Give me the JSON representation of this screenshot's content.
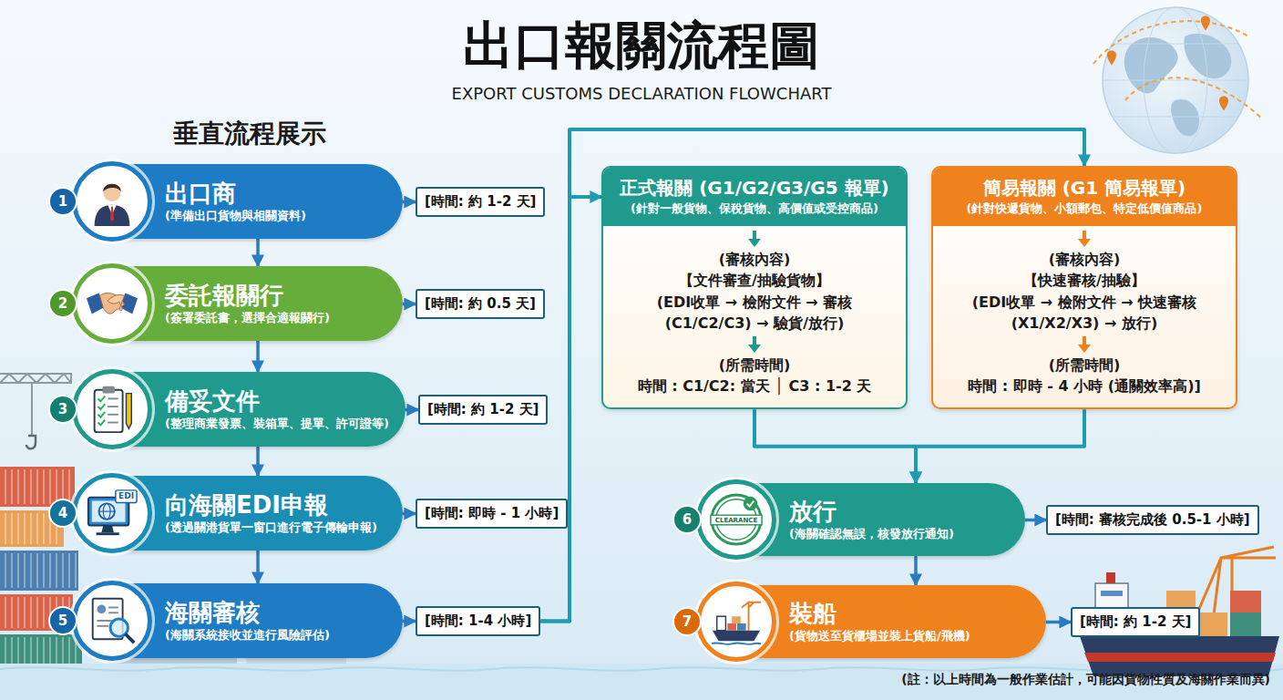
{
  "diagram": {
    "title": "出口報關流程圖",
    "caption": "(註：以上時間為一般作業估計，可能因貨物性質及海關作業而異)",
    "nodes": [
      {
        "text": [
          "1",
          "出口商",
          "(準備出口貨物與相關資料)"
        ]
      },
      {
        "text": [
          "[時間: 約 1-2 天]"
        ]
      },
      {
        "text": [
          "2",
          "委託報關行",
          "(簽署委託書，選擇合適報關行)"
        ]
      },
      {
        "text": [
          "[時間: 約 0.5 天]"
        ]
      },
      {
        "text": [
          "3",
          "備妥文件",
          "(整理商業發票、裝箱單、提單、許可證等)"
        ]
      },
      {
        "text": [
          "[時間: 約 1-2 天]"
        ]
      },
      {
        "text": [
          "4",
          "向海關EDI申報",
          "(透過關港貨單一窗口進行電子傳輸申報)"
        ]
      },
      {
        "text": [
          "[時間: 即時 - 1 小時]"
        ]
      },
      {
        "text": [
          "5",
          "海關審核",
          "(海關系統接收並進行風險評估)"
        ]
      },
      {
        "text": [
          "[時間: 1-4 小時]"
        ]
      },
      {
        "text": [
          "正式報關 (G1/G2/G3/G5 報單)",
          "(針對一般貨物、保稅貨物、高價值或受控商品)",
          "(審核內容)",
          "【文件審查/抽驗貨物】",
          "(EDI收單 → 檢附文件 → 審核 (C1/C2/C3) → 驗貨/放行)",
          "(所需時間)",
          "時間 : C1/C2: 當天 │ C3 : 1-2 天"
        ]
      },
      {
        "text": [
          "簡易報關 (G1 簡易報單)",
          "(針對快遞貨物、小額郵包、特定低價值商品)",
          "(審核內容)",
          "【快速審核/抽驗】",
          "(EDI收單 → 檢附文件 → 快速審核 (X1/X2/X3) → 放行)",
          "(所需時間)",
          "時間 : 即時 - 4 小時 (通關效率高)]"
        ]
      },
      {
        "text": [
          "6",
          "放行",
          "(海關確認無誤，核發放行通知)"
        ]
      },
      {
        "text": [
          "[時間: 審核完成後 0.5-1 小時]"
        ]
      },
      {
        "text": [
          "7",
          "裝船",
          "(貨物送至貨櫃場並裝上貨船/飛機)"
        ]
      },
      {
        "text": [
          "[時間: 約 1-2 天]"
        ]
      }
    ],
    "edges": [
      {
        "from": 0,
        "to": 2,
        "arrow": "to"
      },
      {
        "from": 2,
        "to": 4,
        "arrow": "to"
      },
      {
        "from": 4,
        "to": 6,
        "arrow": "to"
      },
      {
        "from": 6,
        "to": 8,
        "arrow": "to"
      },
      {
        "from": 0,
        "to": 1,
        "arrow": "to"
      },
      {
        "from": 2,
        "to": 3,
        "arrow": "to"
      },
      {
        "from": 4,
        "to": 5,
        "arrow": "to"
      },
      {
        "from": 6,
        "to": 7,
        "arrow": "to"
      },
      {
        "from": 8,
        "to": 9,
        "arrow": "to"
      },
      {
        "from": 9,
        "to": 10,
        "arrow": "to"
      },
      {
        "from": 9,
        "to": 11,
        "arrow": "to"
      },
      {
        "from": 10,
        "to": 12,
        "arrow": "to"
      },
      {
        "from": 11,
        "to": 12,
        "arrow": "to"
      },
      {
        "from": 12,
        "to": 13,
        "arrow": "to"
      },
      {
        "from": 12,
        "to": 14,
        "arrow": "to"
      },
      {
        "from": 14,
        "to": 15,
        "arrow": "to"
      }
    ],
    "labels": [
      "EXPORT CUSTOMS DECLARATION FLOWCHART",
      "垂直流程展示",
      "EDI",
      "CLEARANCE"
    ]
  }
}
